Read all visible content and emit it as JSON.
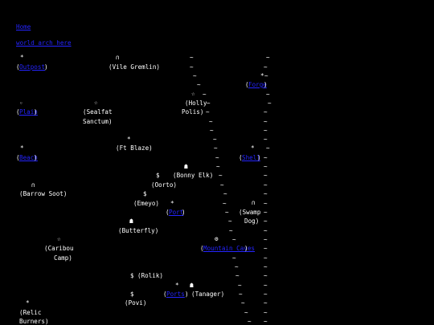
{
  "page": {
    "background": "#000000",
    "text_color": "#ffffff",
    "link_color": "#2424ff"
  },
  "nav": {
    "home_label": "Home",
    "world_label": "world_arch_here"
  },
  "map": {
    "labels": {
      "vile_gremlin": "(Vile Gremlin)",
      "holly_polis_1": "(Holly",
      "holly_polis_2": "Polis)",
      "sealfat_1": "(Sealfat",
      "sealfat_2": "Sanctum)",
      "ft_blaze": "(Ft Blaze)",
      "bonny_elk": "(Bonny Elk)",
      "oorto": "(Oorto)",
      "barrow_soot": "(Barrow Soot)",
      "emeyo": "(Emeyo)",
      "swamp_dog_1": "(Swamp",
      "swamp_dog_2": "Dog)",
      "butterfly": "(Butterfly)",
      "caribou_1": "(Caribou",
      "caribou_2": "Camp)",
      "rolik": "(Rolik)",
      "tanager": "(Tanager)",
      "povi": "(Povi)",
      "relic_1": "(Relic",
      "relic_2": "Burners)"
    },
    "links": {
      "l1": "Outpost",
      "l2": "Forge",
      "l3": "Plain",
      "l4": "Beach",
      "l5": "Shell",
      "l6": "Port",
      "l7": "Mountain Caves",
      "l8": "Ports"
    },
    "symbols": {
      "star_small": "*",
      "star_open": "☆",
      "arch": "∩",
      "tilde": "~",
      "ghost": "☗",
      "dollar": "$",
      "gear": "⚙",
      "circle": "◦"
    }
  }
}
